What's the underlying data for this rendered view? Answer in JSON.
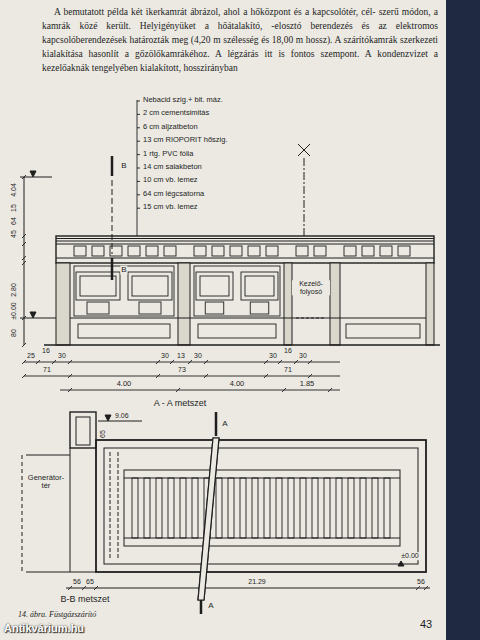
{
  "diagram": {
    "caption": "14. ábra. Füstgázszárító",
    "labels": [
      "A bemutatott példa két ikerkamrát ábrázol, ahol a hőközpont és a kapcsolótér, cél- szerű módon, a kamrák közé került. Helyigényüket a hőátalakító, -elosztó berendezés és az elektromos kapcsolóberendezések határozták meg (4,20 m szélesség és 18,00 m hossz). A szárítókamrák szerkezeti kialakítása hasonlít a gőzölőkamrákéhoz. A légzárás itt is fontos szempont. A kondenzvizet a kezelőaknák tengelyében kialakított, hosszirányban",
      "Nebacid szig.+ bit. máz.",
      "2 cm cementsimitás",
      "6 cm aljzatbeton",
      "13 cm RIOPORIT hőszig.",
      "1 rtg. PVC fólia",
      "14 cm salakbeton",
      "10 cm vb. lemez",
      "64 cm légcsatorna",
      "15 cm vb. lemez",
      "B",
      "B",
      "4.04",
      "15",
      "64",
      "45",
      "2.80",
      "±0.00",
      "80",
      "Kezelő- folyosó",
      "25",
      "16",
      "30",
      "30",
      "13",
      "30",
      "30",
      "16",
      "30",
      "71",
      "73",
      "71",
      "4.00",
      "4.00",
      "1.85",
      "A - A metszet",
      "9.06",
      "65",
      "Generátor- tér",
      "A",
      "±0.00",
      "56",
      "65",
      "21.29",
      "56",
      "B-B metszet",
      "A",
      "43",
      "Antikvárium.hu"
    ]
  }
}
